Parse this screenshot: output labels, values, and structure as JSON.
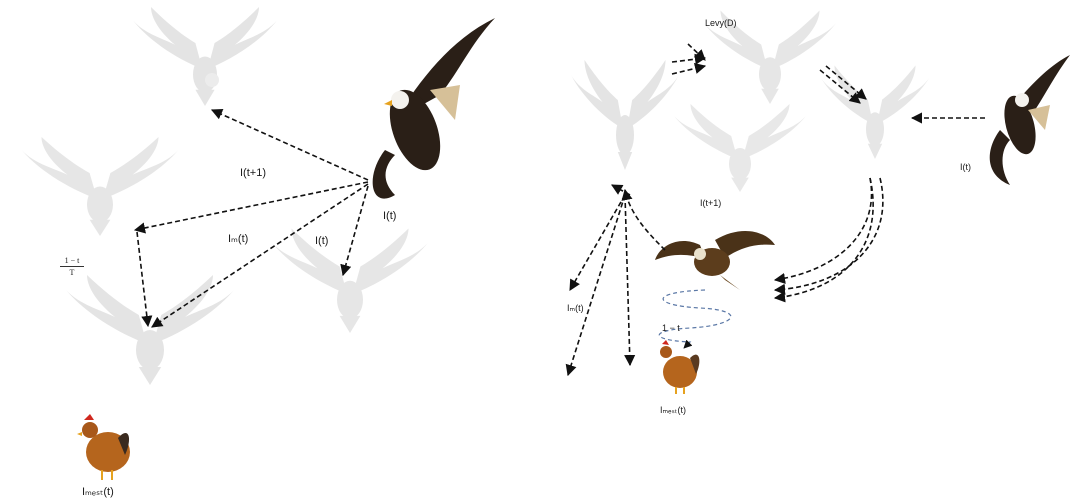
{
  "left_panel": {
    "labels": {
      "x_t_plus_1": "I(t+1)",
      "x_m_t": "Iₘ(t)",
      "x_t_mid": "I(t)",
      "x_t_dark": "I(t)",
      "x_best": "Iₘₑₛₜ(t)",
      "fraction_numerator": "1 − t",
      "fraction_denominator": "T"
    }
  },
  "right_panel": {
    "labels": {
      "levy": "Levy(D)",
      "x_t_plus_1": "I(t+1)",
      "x_t_dark": "I(t)",
      "x_m_t": "Iₘ(t)",
      "one_minus": "1 − t",
      "x_best": "Iₘₑₛₜ(t)"
    }
  },
  "icons": {
    "eagle": "bald-eagle-icon",
    "ghost_eagle": "faded-eagle-icon",
    "hen": "hen-icon"
  },
  "colors": {
    "arrow": "#111111",
    "ghost": "#e3e3e3",
    "eagle_dark": "#2a1f17",
    "eagle_head": "#f4f2ee",
    "beak": "#e6a21f",
    "hen_body": "#b5651d",
    "hen_comb": "#d0281e"
  }
}
